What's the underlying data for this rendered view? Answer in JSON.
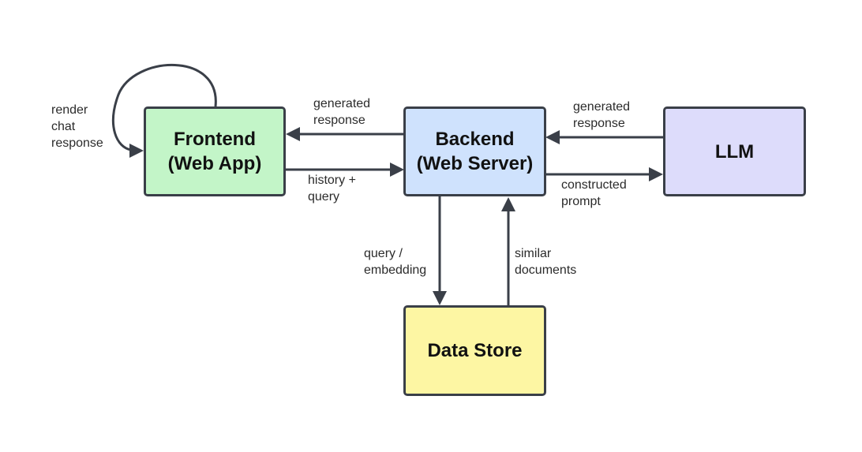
{
  "diagram": {
    "stroke_color": "#3a3f48",
    "nodes": {
      "frontend": {
        "lines": [
          "Frontend",
          "(Web App)"
        ],
        "fill": "#c3f5c8"
      },
      "backend": {
        "lines": [
          "Backend",
          "(Web Server)"
        ],
        "fill": "#cfe2fd"
      },
      "llm": {
        "lines": [
          "LLM"
        ],
        "fill": "#dddcfb"
      },
      "data_store": {
        "lines": [
          "Data Store"
        ],
        "fill": "#fdf6a3"
      }
    },
    "edges": {
      "render_chat_response": {
        "from": "frontend",
        "to": "frontend",
        "lines": [
          "render",
          "chat",
          "response"
        ]
      },
      "backend_to_frontend": {
        "from": "backend",
        "to": "frontend",
        "lines": [
          "generated",
          "response"
        ]
      },
      "frontend_to_backend": {
        "from": "frontend",
        "to": "backend",
        "lines": [
          "history +",
          "query"
        ]
      },
      "llm_to_backend": {
        "from": "llm",
        "to": "backend",
        "lines": [
          "generated",
          "response"
        ]
      },
      "backend_to_llm": {
        "from": "backend",
        "to": "llm",
        "lines": [
          "constructed",
          "prompt"
        ]
      },
      "backend_to_data_store": {
        "from": "backend",
        "to": "data_store",
        "lines": [
          "query /",
          "embedding"
        ]
      },
      "data_store_to_backend": {
        "from": "data_store",
        "to": "backend",
        "lines": [
          "similar",
          "documents"
        ]
      }
    }
  }
}
